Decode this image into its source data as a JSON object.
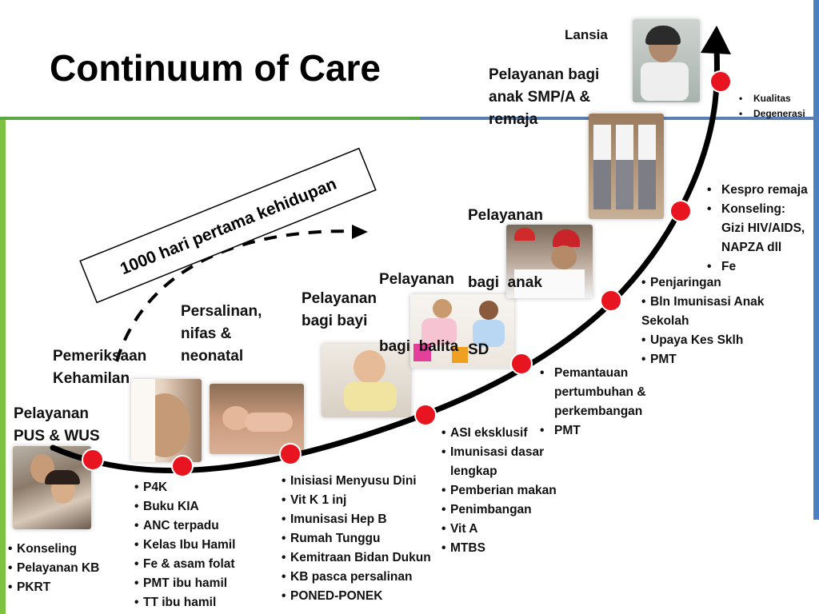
{
  "title": "Continuum of Care",
  "golden_period_label": "1000 hari pertama kehidupan",
  "stages": {
    "lansia": "Lansia",
    "remaja": [
      "Pelayanan bagi",
      "anak SMP/A &",
      "remaja"
    ],
    "sd": [
      "Pelayanan",
      "bagi  anak",
      "SD"
    ],
    "balita": [
      "Pelayanan",
      "bagi  balita"
    ],
    "bayi": [
      "Pelayanan",
      "bagi bayi"
    ],
    "persalinan": [
      "Persalinan,",
      "nifas &",
      "neonatal"
    ],
    "kehamilan": [
      "Pemeriksaan",
      "Kehamilan"
    ],
    "pus": [
      "Pelayanan",
      "PUS & WUS"
    ]
  },
  "lists": {
    "pus": [
      "Konseling",
      "Pelayanan KB",
      "PKRT"
    ],
    "kehamilan": [
      "P4K",
      "Buku KIA",
      "ANC terpadu",
      "Kelas Ibu Hamil",
      "Fe & asam folat",
      "PMT ibu hamil",
      "TT ibu hamil"
    ],
    "persalinan": [
      "Inisiasi Menyusu Dini",
      "Vit K 1 inj",
      "Imunisasi Hep B",
      "Rumah Tunggu",
      "Kemitraan Bidan Dukun",
      "KB pasca persalinan",
      "PONED-PONEK"
    ],
    "bayi": [
      "ASI eksklusif",
      "Imunisasi dasar",
      "lengkap",
      "Pemberian makan",
      "Penimbangan",
      "Vit A",
      "MTBS"
    ],
    "balita": [
      "Pemantauan",
      "pertumbuhan &",
      "perkembangan",
      "PMT"
    ],
    "sd": [
      "Penjaringan",
      "Bln Imunisasi Anak",
      "Sekolah",
      "Upaya Kes Sklh",
      "PMT"
    ],
    "remaja": [
      "Kespro remaja",
      "Konseling:",
      "Gizi HIV/AIDS,",
      "NAPZA dll",
      "Fe"
    ],
    "lansia": [
      "Kualitas",
      "Degenerasi"
    ]
  },
  "colors": {
    "curve": "#000000",
    "dot": "#e8141f",
    "dot_stroke": "#ffffff",
    "green_bar": "#7dc242",
    "blue_bar": "#4a7fc1",
    "title_line_green": "#5aa845",
    "title_line_blue": "#5b7fb5"
  },
  "icons": {
    "arrow_head": "arrow-up-icon",
    "dashed_arrow": "dashed-arrow-icon"
  }
}
